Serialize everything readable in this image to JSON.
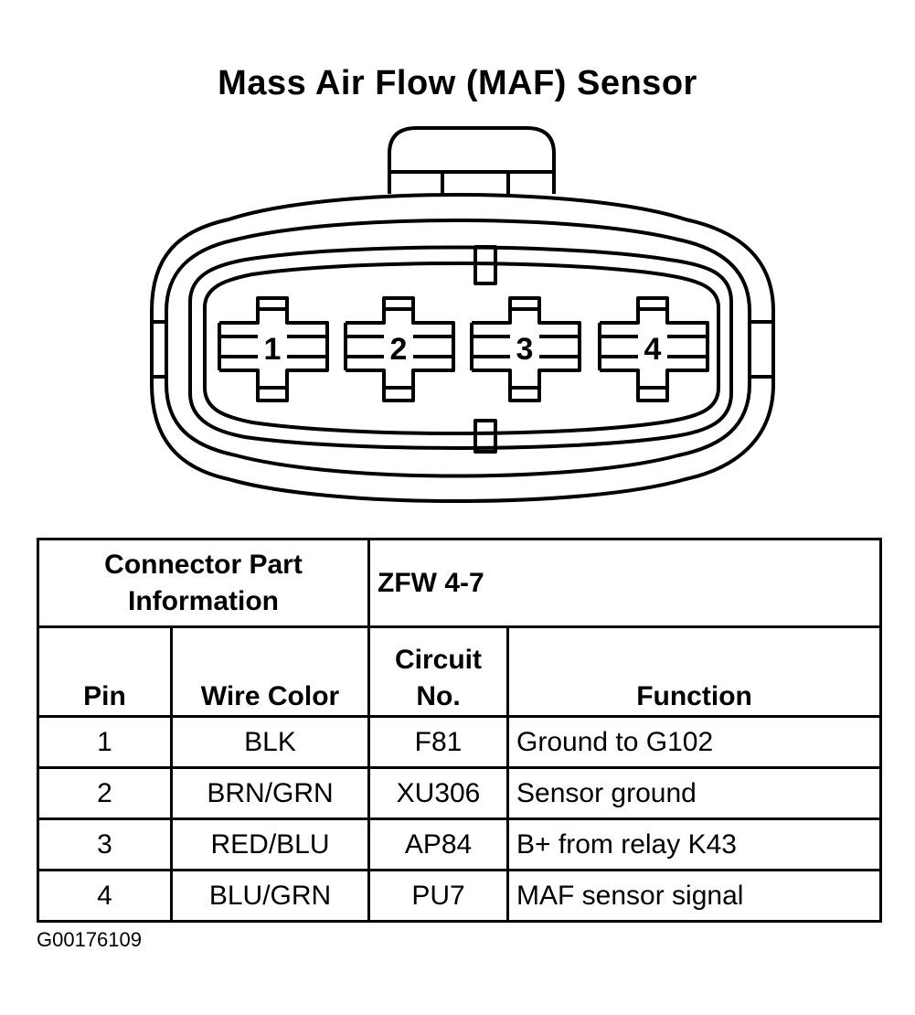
{
  "title": "Mass Air Flow (MAF) Sensor",
  "connector": {
    "pin_labels": [
      "1",
      "2",
      "3",
      "4"
    ]
  },
  "table": {
    "info_label_line1": "Connector Part",
    "info_label_line2": "Information",
    "info_value": "ZFW 4-7",
    "headers": {
      "pin": "Pin",
      "wire_color": "Wire Color",
      "circuit_line1": "Circuit",
      "circuit_line2": "No.",
      "function": "Function"
    },
    "rows": [
      {
        "pin": "1",
        "wire_color": "BLK",
        "circuit": "F81",
        "function": "Ground to G102"
      },
      {
        "pin": "2",
        "wire_color": "BRN/GRN",
        "circuit": "XU306",
        "function": "Sensor ground"
      },
      {
        "pin": "3",
        "wire_color": "RED/BLU",
        "circuit": "AP84",
        "function": "B+ from relay K43"
      },
      {
        "pin": "4",
        "wire_color": "BLU/GRN",
        "circuit": "PU7",
        "function": "MAF sensor signal"
      }
    ]
  },
  "figure_code": "G00176109"
}
